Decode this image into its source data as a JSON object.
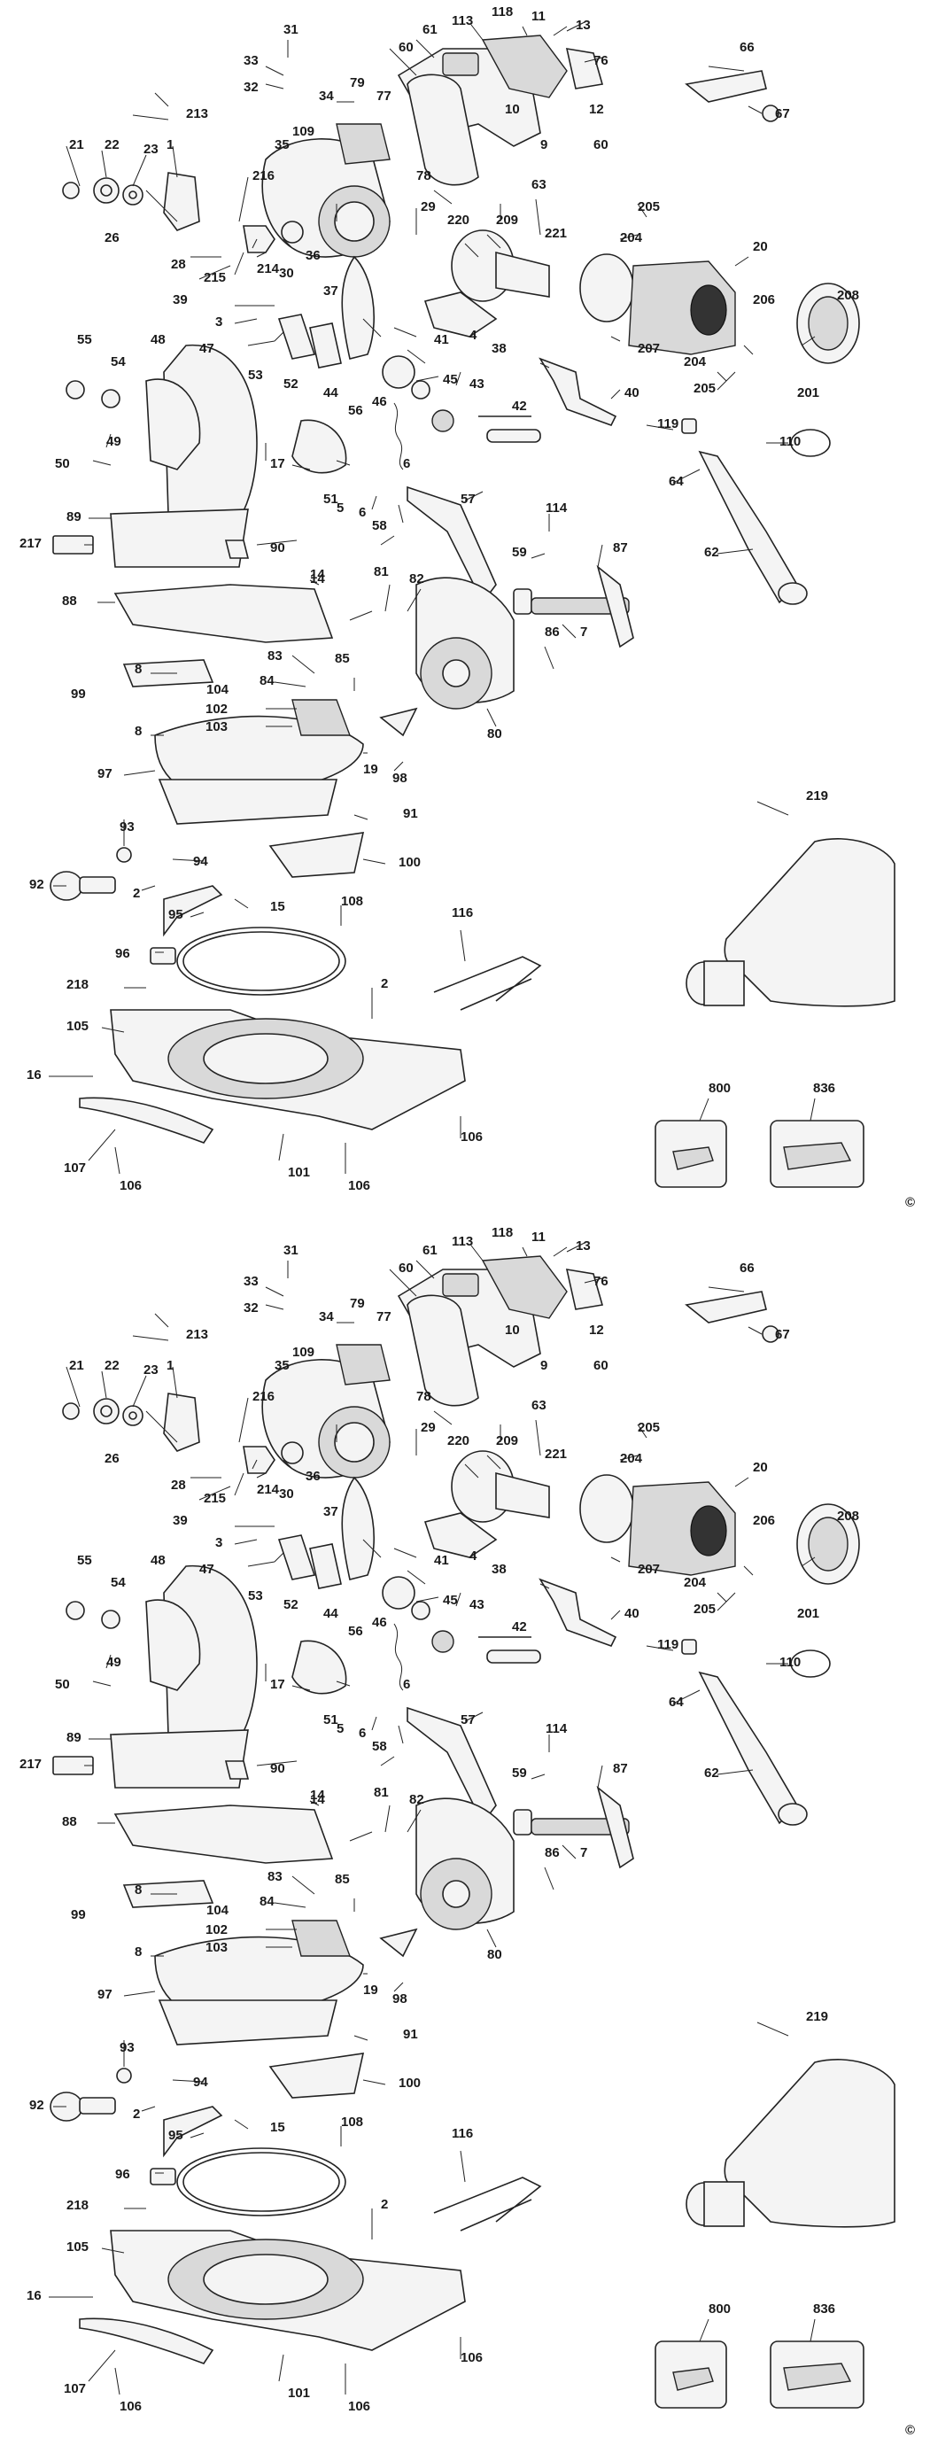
{
  "copyright_mark": "©",
  "panels": [
    {
      "labels": [
        "31",
        "33",
        "32",
        "34",
        "61",
        "113",
        "118",
        "11",
        "13",
        "60",
        "76",
        "66",
        "67",
        "79",
        "77",
        "213",
        "109",
        "35",
        "10",
        "12",
        "9",
        "60",
        "21",
        "22",
        "23",
        "1",
        "26",
        "216",
        "78",
        "63",
        "205",
        "204",
        "20",
        "29",
        "220",
        "209",
        "221",
        "28",
        "215",
        "214",
        "30",
        "36",
        "206",
        "208",
        "39",
        "37",
        "3",
        "41",
        "4",
        "38",
        "207",
        "204",
        "205",
        "201",
        "55",
        "48",
        "54",
        "47",
        "53",
        "52",
        "44",
        "46",
        "45",
        "43",
        "40",
        "42",
        "50",
        "49",
        "17",
        "56",
        "6",
        "51",
        "119",
        "110",
        "64",
        "5",
        "6",
        "58",
        "57",
        "114",
        "89",
        "217",
        "90",
        "59",
        "14",
        "87",
        "62",
        "81",
        "82",
        "88",
        "14",
        "7",
        "86",
        "83",
        "8",
        "84",
        "85",
        "99",
        "104",
        "102",
        "8",
        "103",
        "80",
        "19",
        "98",
        "97",
        "91",
        "219",
        "93",
        "94",
        "100",
        "92",
        "2",
        "15",
        "95",
        "108",
        "116",
        "96",
        "218",
        "2",
        "105",
        "16",
        "800",
        "836",
        "107",
        "106",
        "101",
        "106",
        "106"
      ]
    },
    {
      "labels": [
        "31",
        "33",
        "32",
        "34",
        "61",
        "113",
        "118",
        "11",
        "13",
        "60",
        "76",
        "66",
        "67",
        "79",
        "77",
        "213",
        "109",
        "35",
        "10",
        "12",
        "9",
        "60",
        "21",
        "22",
        "23",
        "1",
        "26",
        "216",
        "78",
        "63",
        "205",
        "204",
        "20",
        "29",
        "220",
        "209",
        "221",
        "28",
        "215",
        "214",
        "30",
        "36",
        "206",
        "208",
        "39",
        "37",
        "3",
        "41",
        "4",
        "38",
        "207",
        "204",
        "205",
        "201",
        "55",
        "48",
        "54",
        "47",
        "53",
        "52",
        "44",
        "46",
        "45",
        "43",
        "40",
        "42",
        "50",
        "49",
        "17",
        "56",
        "6",
        "51",
        "119",
        "110",
        "64",
        "5",
        "6",
        "58",
        "57",
        "114",
        "89",
        "217",
        "90",
        "59",
        "14",
        "87",
        "62",
        "81",
        "82",
        "88",
        "14",
        "7",
        "86",
        "83",
        "8",
        "84",
        "85",
        "99",
        "104",
        "102",
        "8",
        "103",
        "80",
        "19",
        "98",
        "97",
        "91",
        "219",
        "93",
        "94",
        "100",
        "92",
        "2",
        "15",
        "95",
        "108",
        "116",
        "96",
        "218",
        "2",
        "105",
        "16",
        "800",
        "836",
        "107",
        "106",
        "101",
        "106",
        "106"
      ]
    }
  ]
}
